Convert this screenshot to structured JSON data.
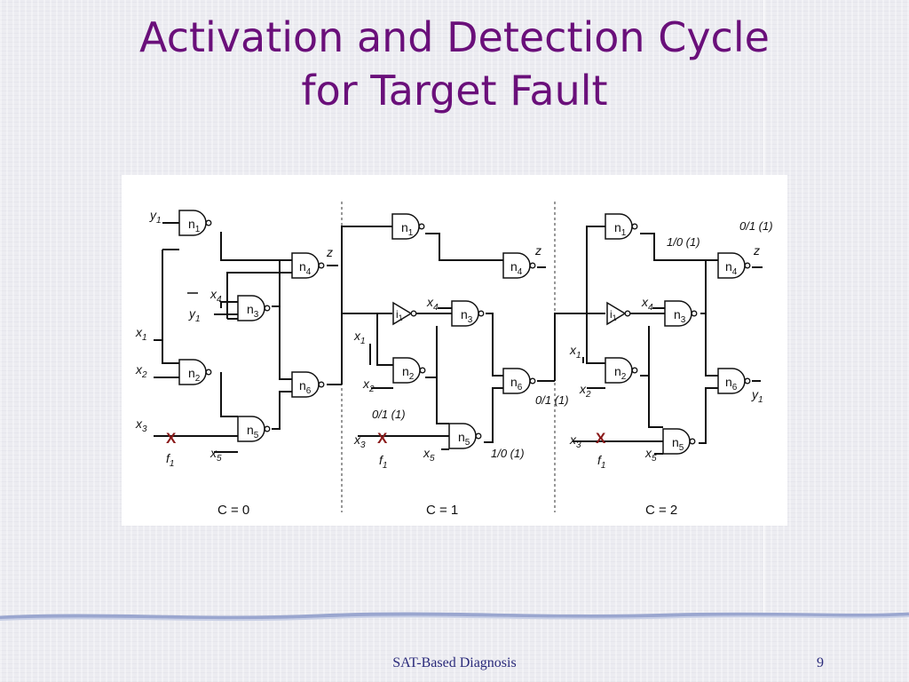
{
  "slide": {
    "title_line1": "Activation and Detection Cycle",
    "title_line2": "for Target Fault",
    "footer": "SAT-Based Diagnosis",
    "page_number": "9"
  },
  "colors": {
    "title": "#6a0f7a",
    "fault_mark": "#8a1a1a",
    "footer_text": "#2a2a7a"
  },
  "diagram": {
    "frames": [
      {
        "label": "C = 0",
        "gates": [
          {
            "id": "n1",
            "type": "nand",
            "label": "n"
          },
          {
            "id": "n2",
            "type": "nand",
            "label": "n"
          },
          {
            "id": "n3",
            "type": "nand",
            "label": "n"
          },
          {
            "id": "n4",
            "type": "nand",
            "label": "n"
          },
          {
            "id": "n5",
            "type": "nand",
            "label": "n"
          },
          {
            "id": "n6",
            "type": "nand",
            "label": "n"
          }
        ],
        "inputs": [
          "y1",
          "y1-bar",
          "x1",
          "x2",
          "x3",
          "x4",
          "x5"
        ],
        "output": "z",
        "fault": "f1",
        "annotations": []
      },
      {
        "label": "C = 1",
        "gates": [
          {
            "id": "n1",
            "type": "nand",
            "label": "n"
          },
          {
            "id": "i1",
            "type": "not",
            "label": "i"
          },
          {
            "id": "n2",
            "type": "nand",
            "label": "n"
          },
          {
            "id": "n3",
            "type": "nand",
            "label": "n"
          },
          {
            "id": "n4",
            "type": "nand",
            "label": "n"
          },
          {
            "id": "n5",
            "type": "nand",
            "label": "n"
          },
          {
            "id": "n6",
            "type": "nand",
            "label": "n"
          }
        ],
        "inputs": [
          "x1",
          "x2",
          "x3",
          "x4",
          "x5"
        ],
        "output": "z",
        "fault": "f1",
        "annotations": [
          "0/1 (1)",
          "1/0 (1)",
          "0/1 (1)"
        ]
      },
      {
        "label": "C = 2",
        "gates": [
          {
            "id": "n1",
            "type": "nand",
            "label": "n"
          },
          {
            "id": "i1",
            "type": "not",
            "label": "i"
          },
          {
            "id": "n2",
            "type": "nand",
            "label": "n"
          },
          {
            "id": "n3",
            "type": "nand",
            "label": "n"
          },
          {
            "id": "n4",
            "type": "nand",
            "label": "n"
          },
          {
            "id": "n5",
            "type": "nand",
            "label": "n"
          },
          {
            "id": "n6",
            "type": "nand",
            "label": "n"
          }
        ],
        "inputs": [
          "x1",
          "x2",
          "x3",
          "x4",
          "x5"
        ],
        "outputs": [
          "z",
          "y1"
        ],
        "fault": "f1",
        "annotations": [
          "1/0 (1)",
          "0/1 (1)"
        ]
      }
    ],
    "symbols": {
      "x": "x",
      "y": "y",
      "z": "z",
      "f": "f",
      "fault_mark": "X",
      "sub1": "1",
      "sub2": "2",
      "sub3": "3",
      "sub4": "4",
      "sub5": "5",
      "sub6": "6"
    }
  }
}
